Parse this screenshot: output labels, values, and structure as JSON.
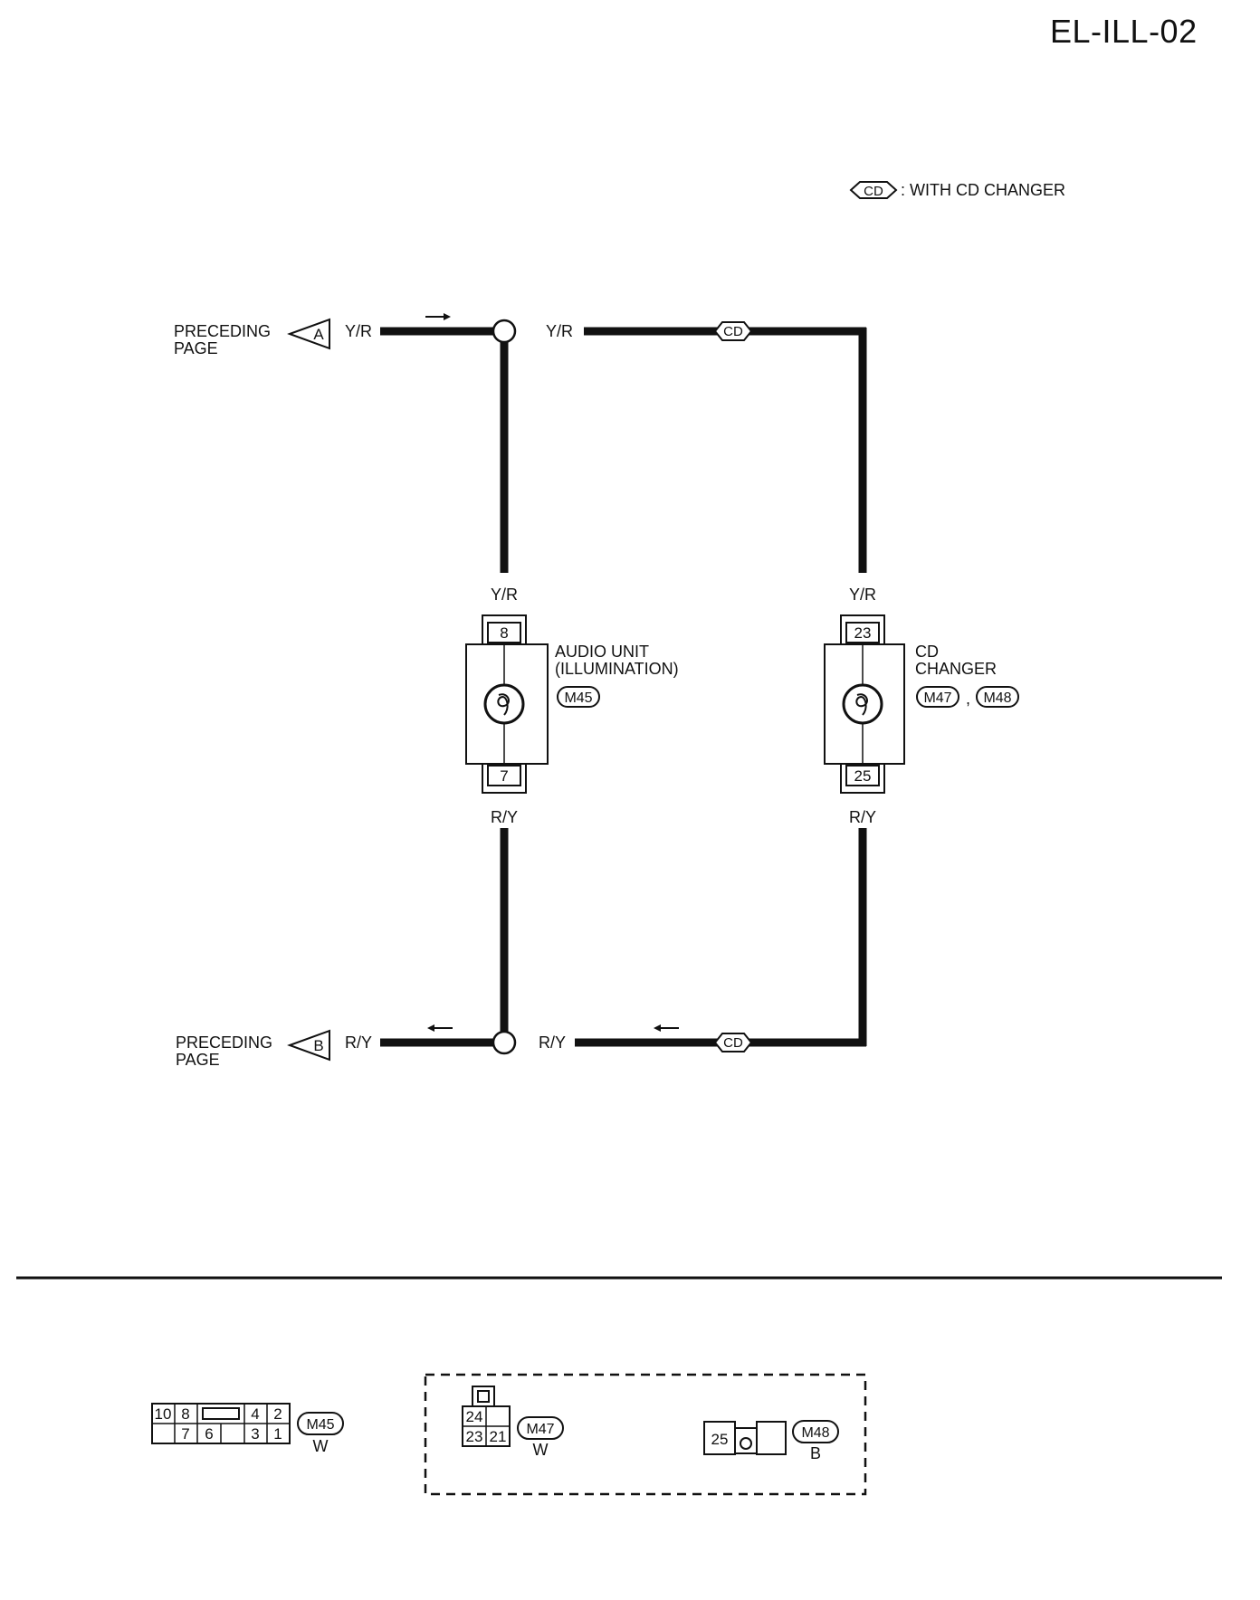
{
  "page_id": "EL-ILL-02",
  "legend": {
    "symbol": "CD",
    "text": ": WITH CD CHANGER"
  },
  "preceding_a": {
    "line1": "PRECEDING",
    "line2": "PAGE",
    "marker": "A",
    "wire": "Y/R"
  },
  "preceding_b": {
    "line1": "PRECEDING",
    "line2": "PAGE",
    "marker": "B",
    "wire": "R/Y"
  },
  "wires": {
    "top_mid": "Y/R",
    "bottom_mid": "R/Y",
    "audio_top": "Y/R",
    "audio_bottom": "R/Y",
    "cd_top": "Y/R",
    "cd_bottom": "R/Y"
  },
  "cd_tags": {
    "top": "CD",
    "bottom": "CD"
  },
  "audio_unit": {
    "line1": "AUDIO UNIT",
    "line2": "(ILLUMINATION)",
    "connector": "M45",
    "pin_top": "8",
    "pin_bottom": "7"
  },
  "cd_changer": {
    "line1": "CD",
    "line2": "CHANGER",
    "connector1": "M47",
    "sep": ",",
    "connector2": "M48",
    "pin_top": "23",
    "pin_bottom": "25"
  },
  "connector_views": {
    "m45": {
      "id": "M45",
      "color": "W",
      "top_pins": [
        "10",
        "8",
        "4",
        "2"
      ],
      "bottom_pins": [
        "7",
        "6",
        "3",
        "1"
      ]
    },
    "m47": {
      "id": "M47",
      "color": "W",
      "pins": [
        "24",
        "23",
        "21"
      ]
    },
    "m48": {
      "id": "M48",
      "color": "B",
      "pins": [
        "25"
      ]
    }
  }
}
